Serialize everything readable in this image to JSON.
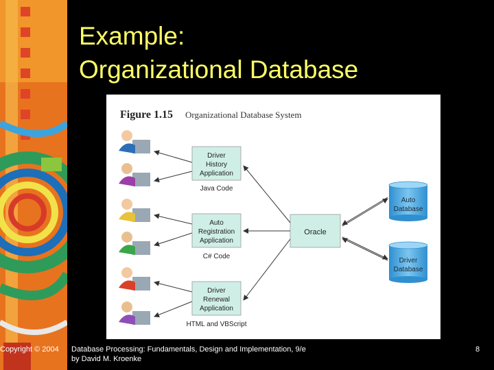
{
  "slide": {
    "title_line1": "Example:",
    "title_line2": "Organizational Database",
    "page_number": "8"
  },
  "figure": {
    "label": "Figure 1.15",
    "caption": "Organizational Database System",
    "applications": [
      {
        "lines": [
          "Driver",
          "History",
          "Application"
        ],
        "code": "Java Code"
      },
      {
        "lines": [
          "Auto",
          "Registration",
          "Application"
        ],
        "code": "C# Code"
      },
      {
        "lines": [
          "Driver",
          "Renewal",
          "Application"
        ],
        "code": "HTML and VBScript"
      }
    ],
    "dbms": "Oracle",
    "databases": [
      {
        "lines": [
          "Auto",
          "Database"
        ]
      },
      {
        "lines": [
          "Driver",
          "Database"
        ]
      }
    ]
  },
  "footer": {
    "copyright": "Copyright © 2004",
    "book_line1": "Database Processing: Fundamentals, Design and Implementation, 9/e",
    "book_line2": "by David M. Kroenke"
  },
  "colors": {
    "title": "#FFFF66",
    "box_fill": "#CFEFE6",
    "db_blue": "#4AA6DD",
    "background": "#000000"
  }
}
